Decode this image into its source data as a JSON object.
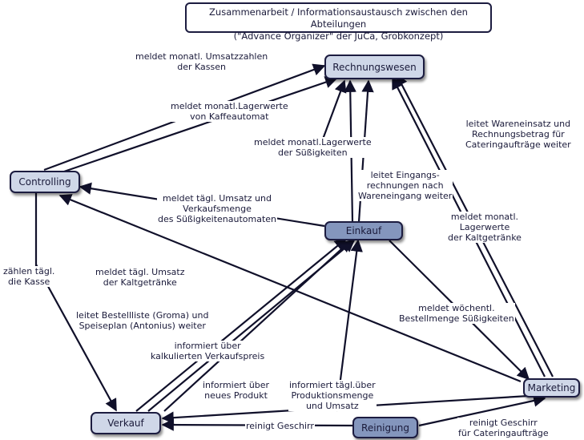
{
  "title": {
    "line1": "Zusammenarbeit / Informationsaustausch zwischen den Abteilungen",
    "line2": "(\"Advance Organizer\" der JuCa, Grobkonzept)"
  },
  "nodes": {
    "rechnungswesen": "Rechnungswesen",
    "controlling": "Controlling",
    "einkauf": "Einkauf",
    "verkauf": "Verkauf",
    "marketing": "Marketing",
    "reinigung": "Reinigung"
  },
  "edges": {
    "umsatzzahlen": [
      "meldet monatl. Umsatzzahlen",
      "der Kassen"
    ],
    "lagerwerte_kaffee": [
      "meldet monatl.Lagerwerte",
      "von Kaffeautomat"
    ],
    "lagerwerte_suess": [
      "meldet monatl.Lagerwerte",
      "der Süßigkeiten"
    ],
    "eingangsrechnungen": [
      "leitet Eingangs-",
      "rechnungen nach",
      "Wareneingang weiter"
    ],
    "wareneinsatz": [
      "leitet Wareneinsatz und",
      "Rechnungsbetrag für",
      "Cateringaufträge weiter"
    ],
    "lagerwerte_kalt": [
      "meldet monatl.",
      "Lagerwerte",
      "der Kaltgetränke"
    ],
    "umsatz_automat": [
      "meldet tägl. Umsatz und",
      "Verkaufsmenge",
      "des Süßigkeitenautomaten"
    ],
    "kasse": [
      "zählen tägl.",
      "die Kasse"
    ],
    "umsatz_kalt": [
      "meldet tägl. Umsatz",
      "der Kaltgetränke"
    ],
    "bestellliste": [
      "leitet Bestellliste (Groma) und",
      "Speiseplan (Antonius) weiter"
    ],
    "verkaufspreis": [
      "informiert über",
      "kalkulierten Verkaufspreis"
    ],
    "bestellmenge": [
      "meldet wöchentl.",
      "Bestellmenge Süßigkeiten"
    ],
    "neues_produkt": [
      "informiert über",
      "neues Produkt"
    ],
    "produktionsmenge": [
      "informiert tägl.über",
      "Produktionsmenge",
      "und Umsatz"
    ],
    "geschirr": [
      "reinigt Geschirr"
    ],
    "geschirr_catering": [
      "reinigt Geschirr",
      "für Cateringaufträge"
    ]
  }
}
